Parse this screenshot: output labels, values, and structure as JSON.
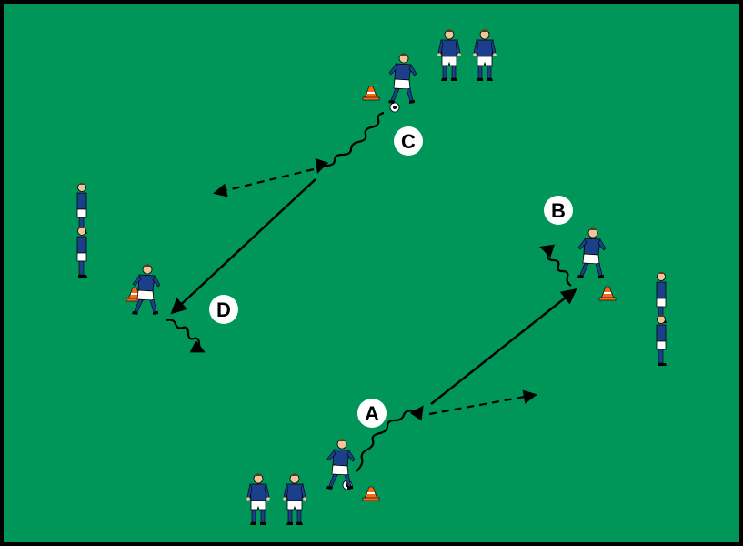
{
  "colors": {
    "pitch": "#00965a",
    "border": "#000000",
    "shirt": "#1c3f8c",
    "shorts": "#ffffff",
    "skin": "#f2c49b",
    "cone": "#f26a1b",
    "arrow": "#000000"
  },
  "labels": {
    "A": "A",
    "B": "B",
    "C": "C",
    "D": "D"
  },
  "legend_icons": [
    "player-icon",
    "cone-icon",
    "ball-icon"
  ]
}
